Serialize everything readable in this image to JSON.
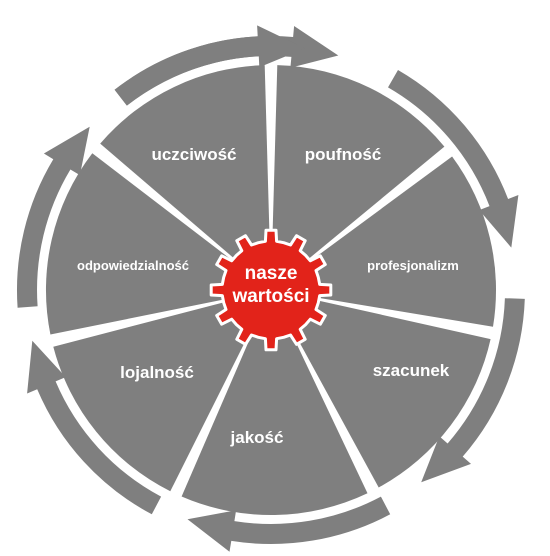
{
  "center": {
    "line1": "nasze",
    "line2": "wartości"
  },
  "values": [
    {
      "label": "poufność"
    },
    {
      "label": "profesjonalizm"
    },
    {
      "label": "szacunek"
    },
    {
      "label": "jakość"
    },
    {
      "label": "lojalność"
    },
    {
      "label": "odpowiedzialność"
    },
    {
      "label": "uczciwość"
    }
  ],
  "colors": {
    "segment": "#7f7f7f",
    "arrow": "#7f7f7f",
    "gear": "#e2231a",
    "text": "#ffffff",
    "background": "#ffffff"
  }
}
